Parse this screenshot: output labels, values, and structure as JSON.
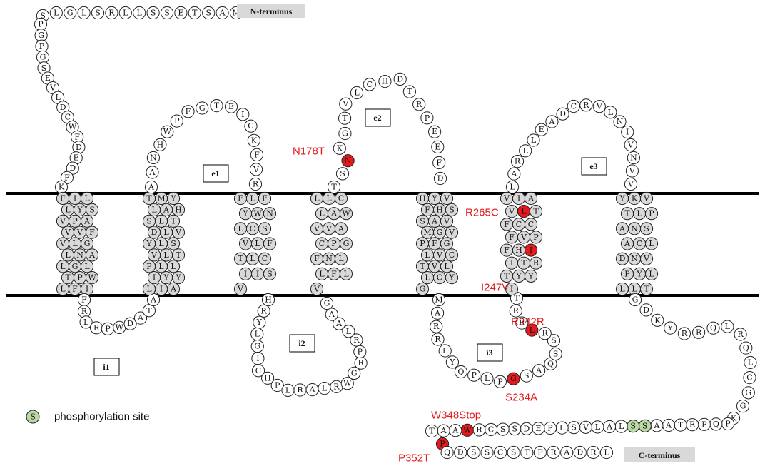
{
  "colors": {
    "plain": "#ffffff",
    "membrane": "#d9d9d9",
    "phospho": "#b9d9a5",
    "mutation": "#e41a1c",
    "mutation_text": "#e41a1c",
    "stroke": "#222222",
    "label_box_fill": "#d9d9d9"
  },
  "terminus_labels": {
    "n": "N-terminus",
    "c": "C-terminus"
  },
  "domain_labels": [
    "e1",
    "e2",
    "e3",
    "i1",
    "i2",
    "i3"
  ],
  "mutations": [
    "N178T",
    "R265C",
    "I247V",
    "R242R",
    "S234A",
    "W348Stop",
    "P352T"
  ],
  "legend": {
    "symbol": "S",
    "text": "phosphorylation site"
  },
  "segments": {
    "n_tail": "MASTESSLLRSLGLS",
    "n_loop": "PGPGSEVLDCWFDEDFK",
    "tm1": "FILLYSVPAVVFVLGLNALGLTPWLFI",
    "i1": "FRLRPWDATA",
    "tm2": "TMYLAHSLTDLVYLSVLTPLLIYYLIA",
    "e1": "AANHWPFGTEICKFVR",
    "tm3": "FLFYWNLCSVLFTLCIISV",
    "i2": "HRYLGICHPLRALRWGRPRLAAG",
    "tm4": "LLCLAWVVACPGFNLLFLV",
    "e2": "TSNKGTVLCHDTRPEEFD",
    "tm5": "HYVFHSSAVMGVPFGLVCTVLLCYG",
    "i3": "MARRLYQPLPGSAQSSRLRRT",
    "tm6": "VIAVLTFCCFVPFHIITRTYYI",
    "e3": "LARLLEADCRVLNIVNVV",
    "tm7": "YKVTLPANSACLDNVPYLLLT",
    "c_tail_a": "GDKYRRQLRQLCGGK",
    "c_tail_b": "PQPRTAASSLALVSLPEDSSCRWAAT",
    "c_tail_c": "PQDSSCSTPRADRL"
  },
  "phospho_sites": [
    "c_tail_b:7",
    "c_tail_b:8"
  ],
  "mutation_sites": {
    "e2:2": "N178T",
    "tm6:14": "R265C",
    "tm6:4": "I247V",
    "i3:17": "R242R",
    "i3:10": "S234A",
    "c_tail_b:22": "W348Stop",
    "c_tail_c:0": "P352T"
  }
}
